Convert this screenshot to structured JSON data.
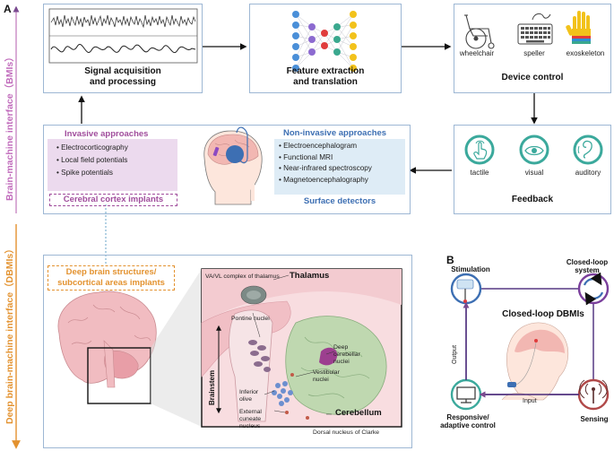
{
  "panel_a_letter": "A",
  "panel_b_letter": "B",
  "side_labels": {
    "bmi": "Brain-machine interface（BMIs）",
    "dbmi": "Deep brain-machine interface（DBMIs）"
  },
  "signal": {
    "caption_line1": "Signal acquisition",
    "caption_line2": "and processing"
  },
  "feature": {
    "caption_line1": "Feature extraction",
    "caption_line2": "and translation"
  },
  "device": {
    "caption": "Device control",
    "items": [
      {
        "label": "wheelchair",
        "icon": "wheelchair-icon"
      },
      {
        "label": "speller",
        "icon": "keyboard-icon"
      },
      {
        "label": "exoskeleton",
        "icon": "exoskeleton-hand-icon"
      }
    ]
  },
  "feedback": {
    "caption": "Feedback",
    "items": [
      {
        "label": "tactile",
        "icon": "touch-hand-icon"
      },
      {
        "label": "visual",
        "icon": "eye-icon"
      },
      {
        "label": "auditory",
        "icon": "ear-icon"
      }
    ]
  },
  "invasive": {
    "title": "Invasive approaches",
    "items": [
      "Electrocorticography",
      "Local field potentials",
      "Spike potentials"
    ],
    "implant_label": "Cerebral cortex implants"
  },
  "noninvasive": {
    "title": "Non-invasive approaches",
    "items": [
      "Electroencephalogram",
      "Functional MRI",
      "Near-infrared spectroscopy",
      "Magnetoencephalography"
    ],
    "detector_label": "Surface detectors"
  },
  "deep": {
    "label_line1": "Deep brain structures/",
    "label_line2": "subcortical areas implants"
  },
  "anatomy": {
    "vavl_line1": "VA/VL complex of thalamus",
    "thalamus": "Thalamus",
    "pontine_line1": "Pontine nuclei",
    "deep_cereb_line1": "Deep",
    "deep_cereb_line2": "cerebellar",
    "deep_cereb_line3": "nuclei",
    "vestibular_line1": "Vestibular",
    "vestibular_line2": "nuclei",
    "inferior_line1": "Inferior",
    "inferior_line2": "olive",
    "external_line1": "External",
    "external_line2": "cuneate",
    "external_line3": "nucleus",
    "brainstem": "Brainstem",
    "cerebellum": "Cerebellum",
    "clarke": "Dorsal nucleus of Clarke"
  },
  "closed_loop": {
    "center_title": "Closed-loop DBMIs",
    "stimulation": "Stimulation",
    "system_line1": "Closed-loop",
    "system_line2": "system",
    "sensing": "Sensing",
    "responsive_line1": "Responsive/",
    "responsive_line2": "adaptive control",
    "output": "Output",
    "input": "Input"
  },
  "colors": {
    "bmi_purple": "#a04d9c",
    "dbmi_orange": "#e3922f",
    "teal": "#3ba99c",
    "blue": "#3d6fb3",
    "box_border": "#9db7d4"
  }
}
